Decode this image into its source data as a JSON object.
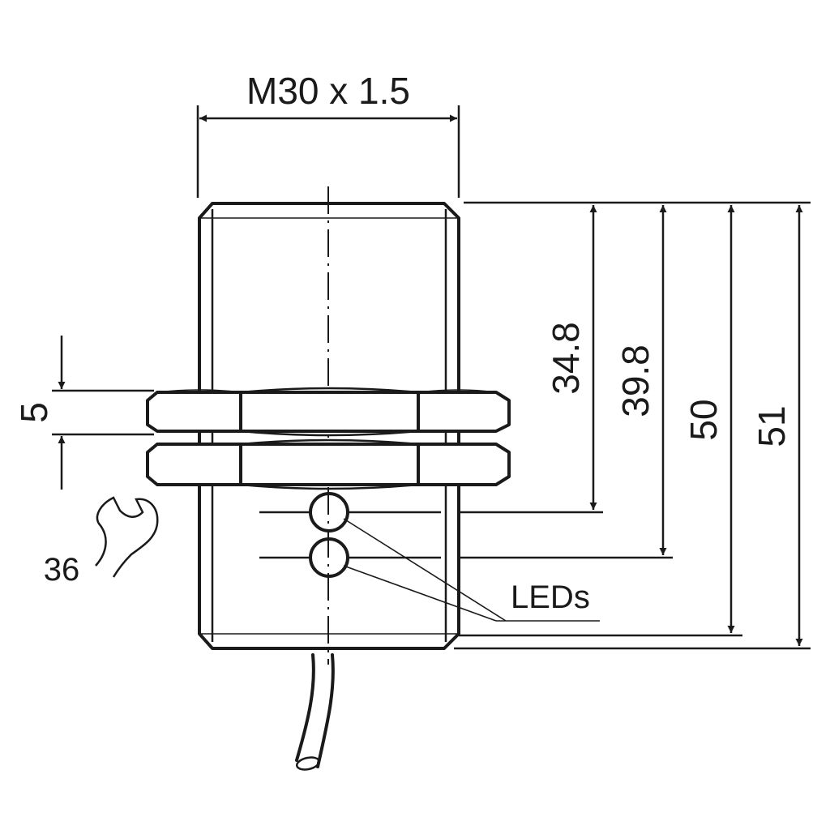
{
  "dimensions": {
    "thread": "M30 x 1.5",
    "nut_thickness": "5",
    "wrench_size": "36",
    "led1_position": "34.8",
    "led2_position": "39.8",
    "body_length": "50",
    "overall_length": "51"
  },
  "labels": {
    "leds": "LEDs"
  },
  "colors": {
    "line": "#1a1a1a",
    "background": "#ffffff"
  },
  "icons": {
    "wrench": "open-end-wrench-icon"
  }
}
